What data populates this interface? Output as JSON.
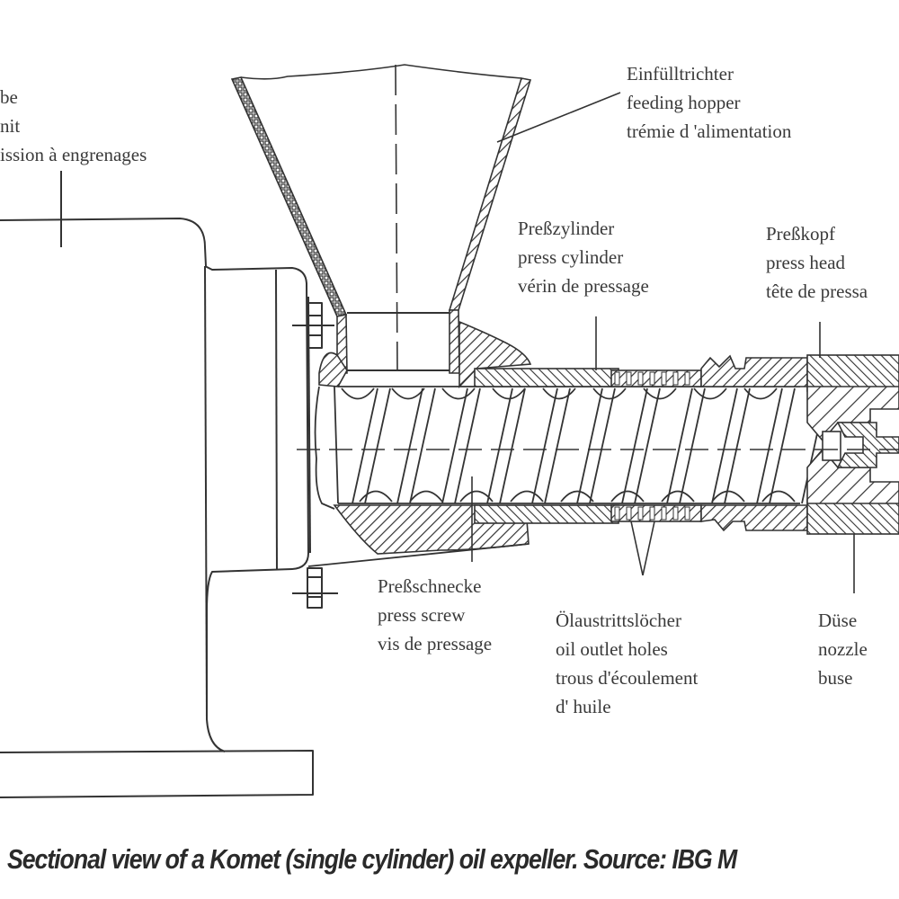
{
  "figure": {
    "title": "Sectional view of a Komet (single cylinder) oil expeller",
    "caption": "Sectional view of a Komet (single cylinder) oil expeller. Source: IBG M",
    "line_color": "#333333",
    "background_color": "#ffffff"
  },
  "labels": {
    "gearbox": {
      "lines": [
        "be",
        "nit",
        "ission à engrenages"
      ]
    },
    "feeding_hopper": {
      "lines": [
        "Einfülltrichter",
        "feeding hopper",
        "trémie d 'alimentation"
      ]
    },
    "press_cylinder": {
      "lines": [
        "Preßzylinder",
        "press cylinder",
        "vérin de pressage"
      ]
    },
    "press_head": {
      "lines": [
        "Preßkopf",
        "press head",
        "tête de pressa"
      ]
    },
    "press_screw": {
      "lines": [
        "Preßschnecke",
        "press screw",
        "vis de pressage"
      ]
    },
    "oil_outlet_holes": {
      "lines": [
        "Ölaustrittslöcher",
        "oil outlet holes",
        "trous d'écoulement",
        "d' huile"
      ]
    },
    "nozzle": {
      "lines": [
        "Düse",
        "nozzle",
        "buse"
      ]
    }
  },
  "components": [
    "gearbox-housing",
    "base-plate",
    "flange",
    "feeding-hopper",
    "press-screw",
    "press-cylinder",
    "oil-outlet-holes",
    "press-head",
    "nozzle",
    "bolts",
    "centerline"
  ]
}
